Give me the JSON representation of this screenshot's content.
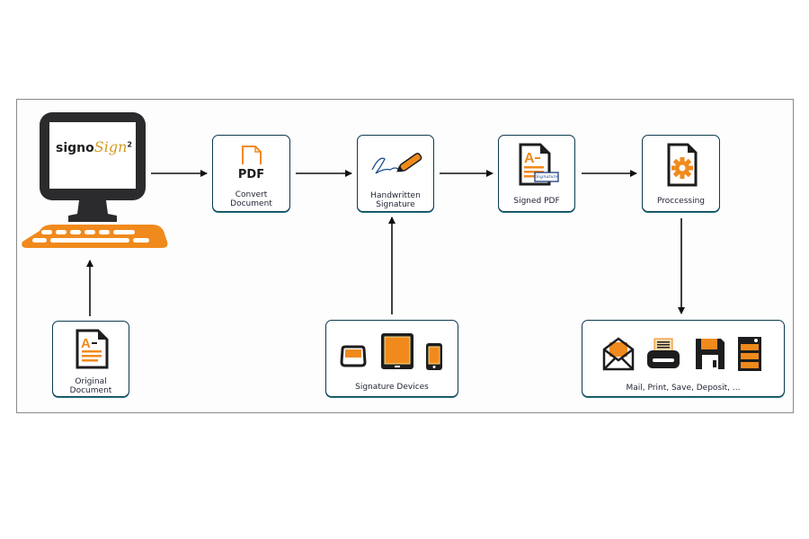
{
  "diagram": {
    "brand": {
      "prefix": "signo",
      "script": "Sign",
      "superscript": "2"
    },
    "nodes": {
      "convert": {
        "line1": "Convert",
        "line2": "Document",
        "icon_text": "PDF"
      },
      "handwritten": {
        "line1": "Handwritten",
        "line2": "Signature"
      },
      "signed_pdf": {
        "label": "Signed PDF",
        "stamp_text": "Signature"
      },
      "processing": {
        "label": "Proccessing"
      },
      "original": {
        "line1": "Original",
        "line2": "Document"
      },
      "devices": {
        "label": "Signature Devices"
      },
      "outputs": {
        "label": "Mail, Print, Save, Deposit, ..."
      }
    },
    "colors": {
      "accent": "#f08a1c",
      "dark": "#1d1d1f",
      "border": "#0d3b4f",
      "teal": "#2a7f8a"
    }
  }
}
